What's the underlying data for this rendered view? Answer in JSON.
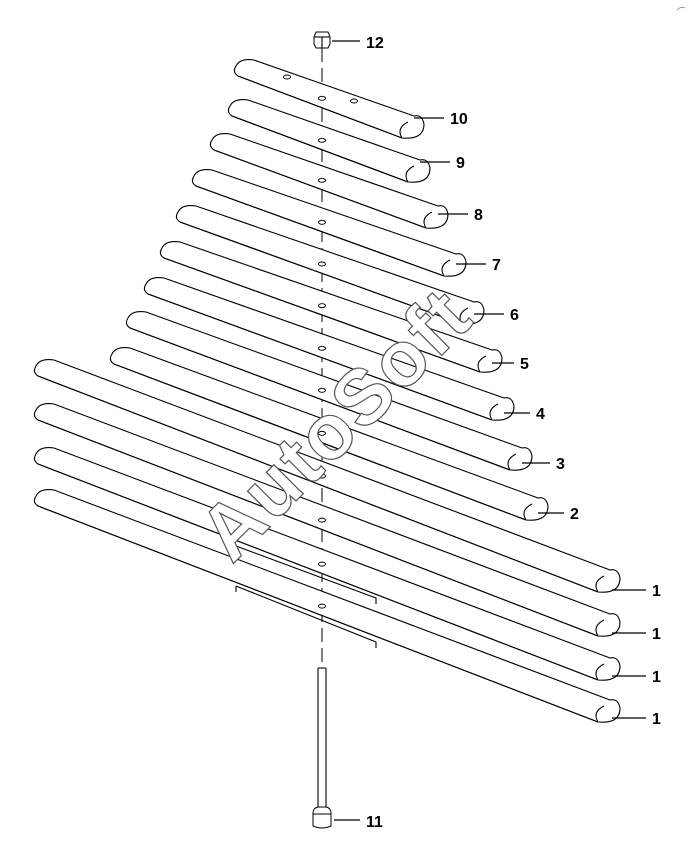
{
  "diagram": {
    "parts": [
      {
        "id": "part-12",
        "label": "12"
      },
      {
        "id": "part-10",
        "label": "10"
      },
      {
        "id": "part-9",
        "label": "9"
      },
      {
        "id": "part-8",
        "label": "8"
      },
      {
        "id": "part-7",
        "label": "7"
      },
      {
        "id": "part-6",
        "label": "6"
      },
      {
        "id": "part-5",
        "label": "5"
      },
      {
        "id": "part-4",
        "label": "4"
      },
      {
        "id": "part-3",
        "label": "3"
      },
      {
        "id": "part-2",
        "label": "2"
      },
      {
        "id": "part-1a",
        "label": "1"
      },
      {
        "id": "part-1b",
        "label": "1"
      },
      {
        "id": "part-1c",
        "label": "1"
      },
      {
        "id": "part-1d",
        "label": "1"
      },
      {
        "id": "part-11",
        "label": "11"
      }
    ]
  },
  "watermark": {
    "text": "AutoSoft"
  }
}
